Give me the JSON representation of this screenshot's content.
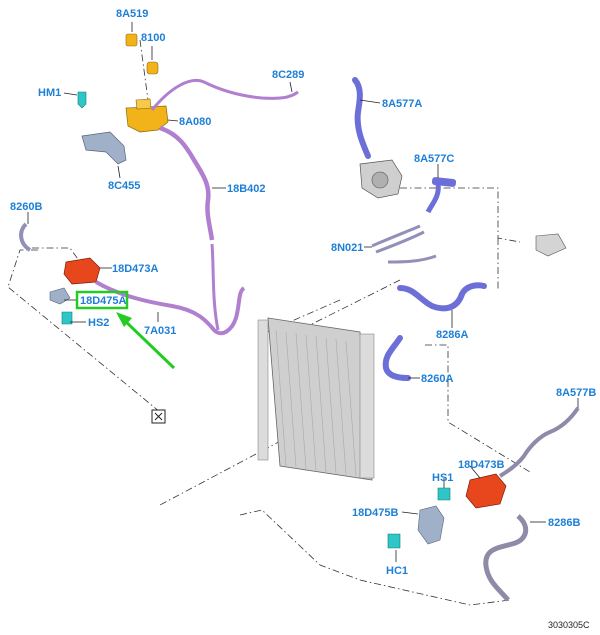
{
  "labels": {
    "l_8a519": "8A519",
    "l_8100": "8100",
    "l_hm1": "HM1",
    "l_8a080": "8A080",
    "l_8c289": "8C289",
    "l_8c455": "8C455",
    "l_18b402": "18B402",
    "l_8a577a": "8A577A",
    "l_8a577c": "8A577C",
    "l_8n021": "8N021",
    "l_8286a": "8286A",
    "l_8260a": "8260A",
    "l_8260b": "8260B",
    "l_18d473a": "18D473A",
    "l_18d475a": "18D475A",
    "l_hs2": "HS2",
    "l_7a031": "7A031",
    "l_8a577b": "8A577B",
    "l_18d473b": "18D473B",
    "l_hs1": "HS1",
    "l_18d475b": "18D475B",
    "l_8286b": "8286B",
    "l_hc1": "HC1"
  },
  "diagram_code": "3030305C",
  "colors": {
    "label": "#1e7fd6",
    "hose_purple": "#b07fd0",
    "hose_blue": "#6d6fd8",
    "hose_grey": "#8e8aa8",
    "reservoir_yellow": "#f2b21a",
    "valve_red": "#e8471e",
    "sensor_teal": "#2ec6c6",
    "highlight_green": "#22cc22",
    "radiator_grey": "#b9b9b9"
  }
}
